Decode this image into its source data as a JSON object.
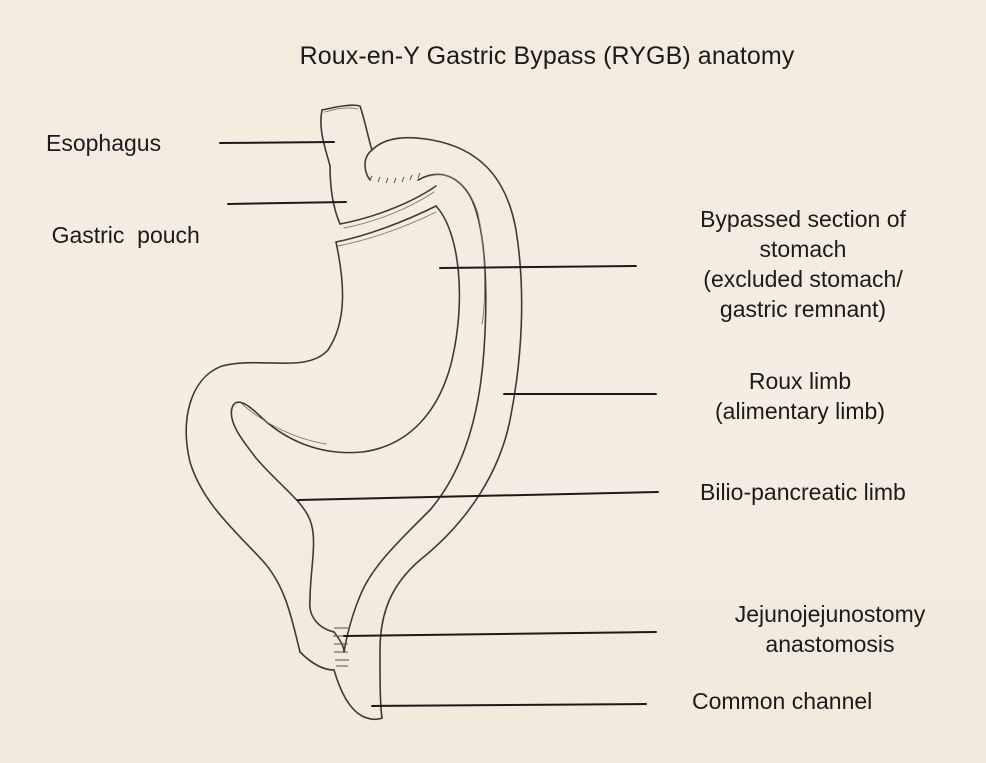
{
  "title": "Roux-en-Y Gastric Bypass (RYGB) anatomy",
  "labels": {
    "esophagus": "Esophagus",
    "gastric_pouch": "Gastric  pouch",
    "bypassed_stomach": [
      "Bypassed section of",
      "stomach",
      "(excluded stomach/",
      "gastric remnant)"
    ],
    "roux_limb": [
      "Roux limb",
      "(alimentary limb)"
    ],
    "bilio_pancreatic_limb": "Bilio-pancreatic limb",
    "jejunojejunostomy": [
      "Jejunojejunostomy",
      "anastomosis"
    ],
    "common_channel": "Common channel"
  },
  "colors": {
    "paper": "#f4ece0",
    "ink": "#1a1a1a",
    "pencil": "#3d3a36"
  }
}
